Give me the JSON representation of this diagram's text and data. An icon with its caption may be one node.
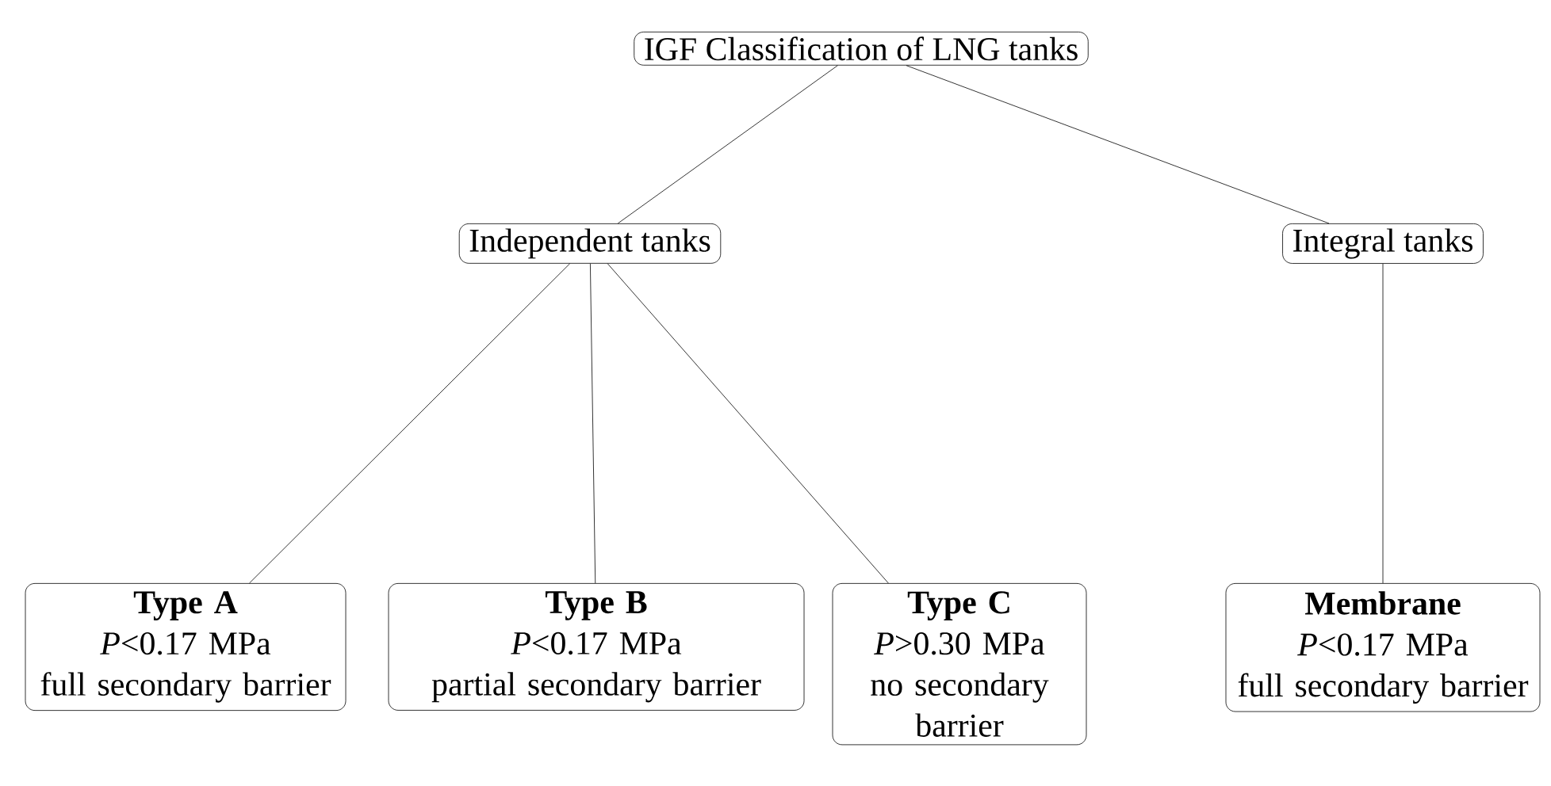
{
  "diagram": {
    "nodes": [
      {
        "text": [
          "IGF Classification of LNG tanks"
        ]
      },
      {
        "text": [
          "Independent tanks"
        ]
      },
      {
        "text": [
          "Integral tanks"
        ]
      },
      {
        "text": [
          "Type A",
          "*P*<0.17 MPa",
          "full secondary barrier"
        ]
      },
      {
        "text": [
          "Type B",
          "*P*<0.17 MPa",
          "partial secondary barrier"
        ]
      },
      {
        "text": [
          "Type C",
          "*P*>0.30 MPa",
          "no secondary barrier"
        ]
      },
      {
        "text": [
          "Membrane",
          "*P*<0.17 MPa",
          "full secondary barrier"
        ]
      }
    ],
    "edges": [
      {
        "from": 0,
        "to": 1,
        "arrow": "none"
      },
      {
        "from": 0,
        "to": 2,
        "arrow": "none"
      },
      {
        "from": 1,
        "to": 3,
        "arrow": "none"
      },
      {
        "from": 1,
        "to": 4,
        "arrow": "none"
      },
      {
        "from": 1,
        "to": 5,
        "arrow": "none"
      },
      {
        "from": 2,
        "to": 6,
        "arrow": "none"
      }
    ]
  }
}
